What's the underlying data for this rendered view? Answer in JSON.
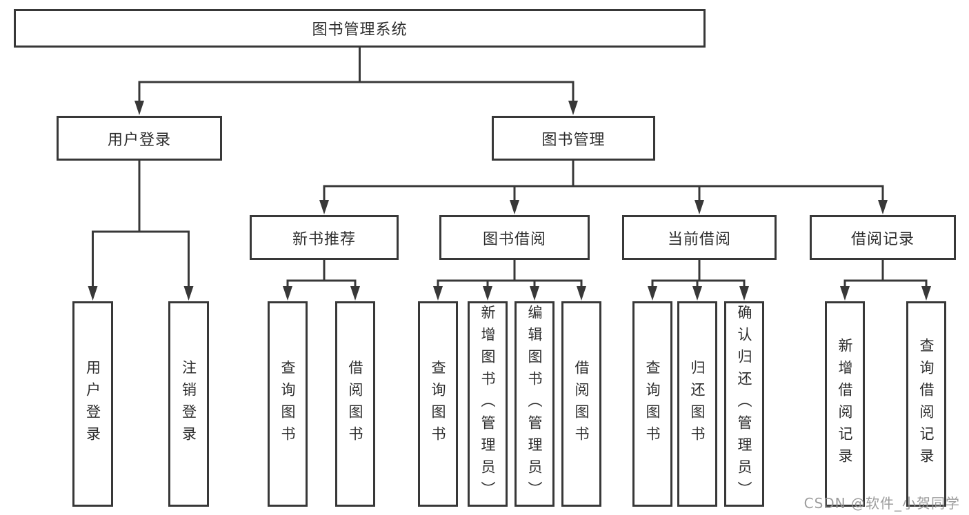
{
  "colors": {
    "line": "#383838",
    "border": "#383838",
    "text": "#2d2d2d",
    "watermark": "#949494",
    "background": "#ffffff"
  },
  "root": {
    "label": "图书管理系统"
  },
  "login": {
    "label": "用户登录",
    "children": [
      {
        "label": "用户登录"
      },
      {
        "label": "注销登录"
      }
    ]
  },
  "mgmt": {
    "label": "图书管理",
    "groups": [
      {
        "label": "新书推荐",
        "children": [
          {
            "label": "查询图书"
          },
          {
            "label": "借阅图书"
          }
        ]
      },
      {
        "label": "图书借阅",
        "children": [
          {
            "label": "查询图书"
          },
          {
            "label": "新增图书（管理员）"
          },
          {
            "label": "编辑图书（管理员）"
          },
          {
            "label": "借阅图书"
          }
        ]
      },
      {
        "label": "当前借阅",
        "children": [
          {
            "label": "查询图书"
          },
          {
            "label": "归还图书"
          },
          {
            "label": "确认归还（管理员）"
          }
        ]
      },
      {
        "label": "借阅记录",
        "children": [
          {
            "label": "新增借阅记录"
          },
          {
            "label": "查询借阅记录"
          }
        ]
      }
    ]
  },
  "watermark": {
    "text": "CSDN @软件_小贺同学"
  }
}
